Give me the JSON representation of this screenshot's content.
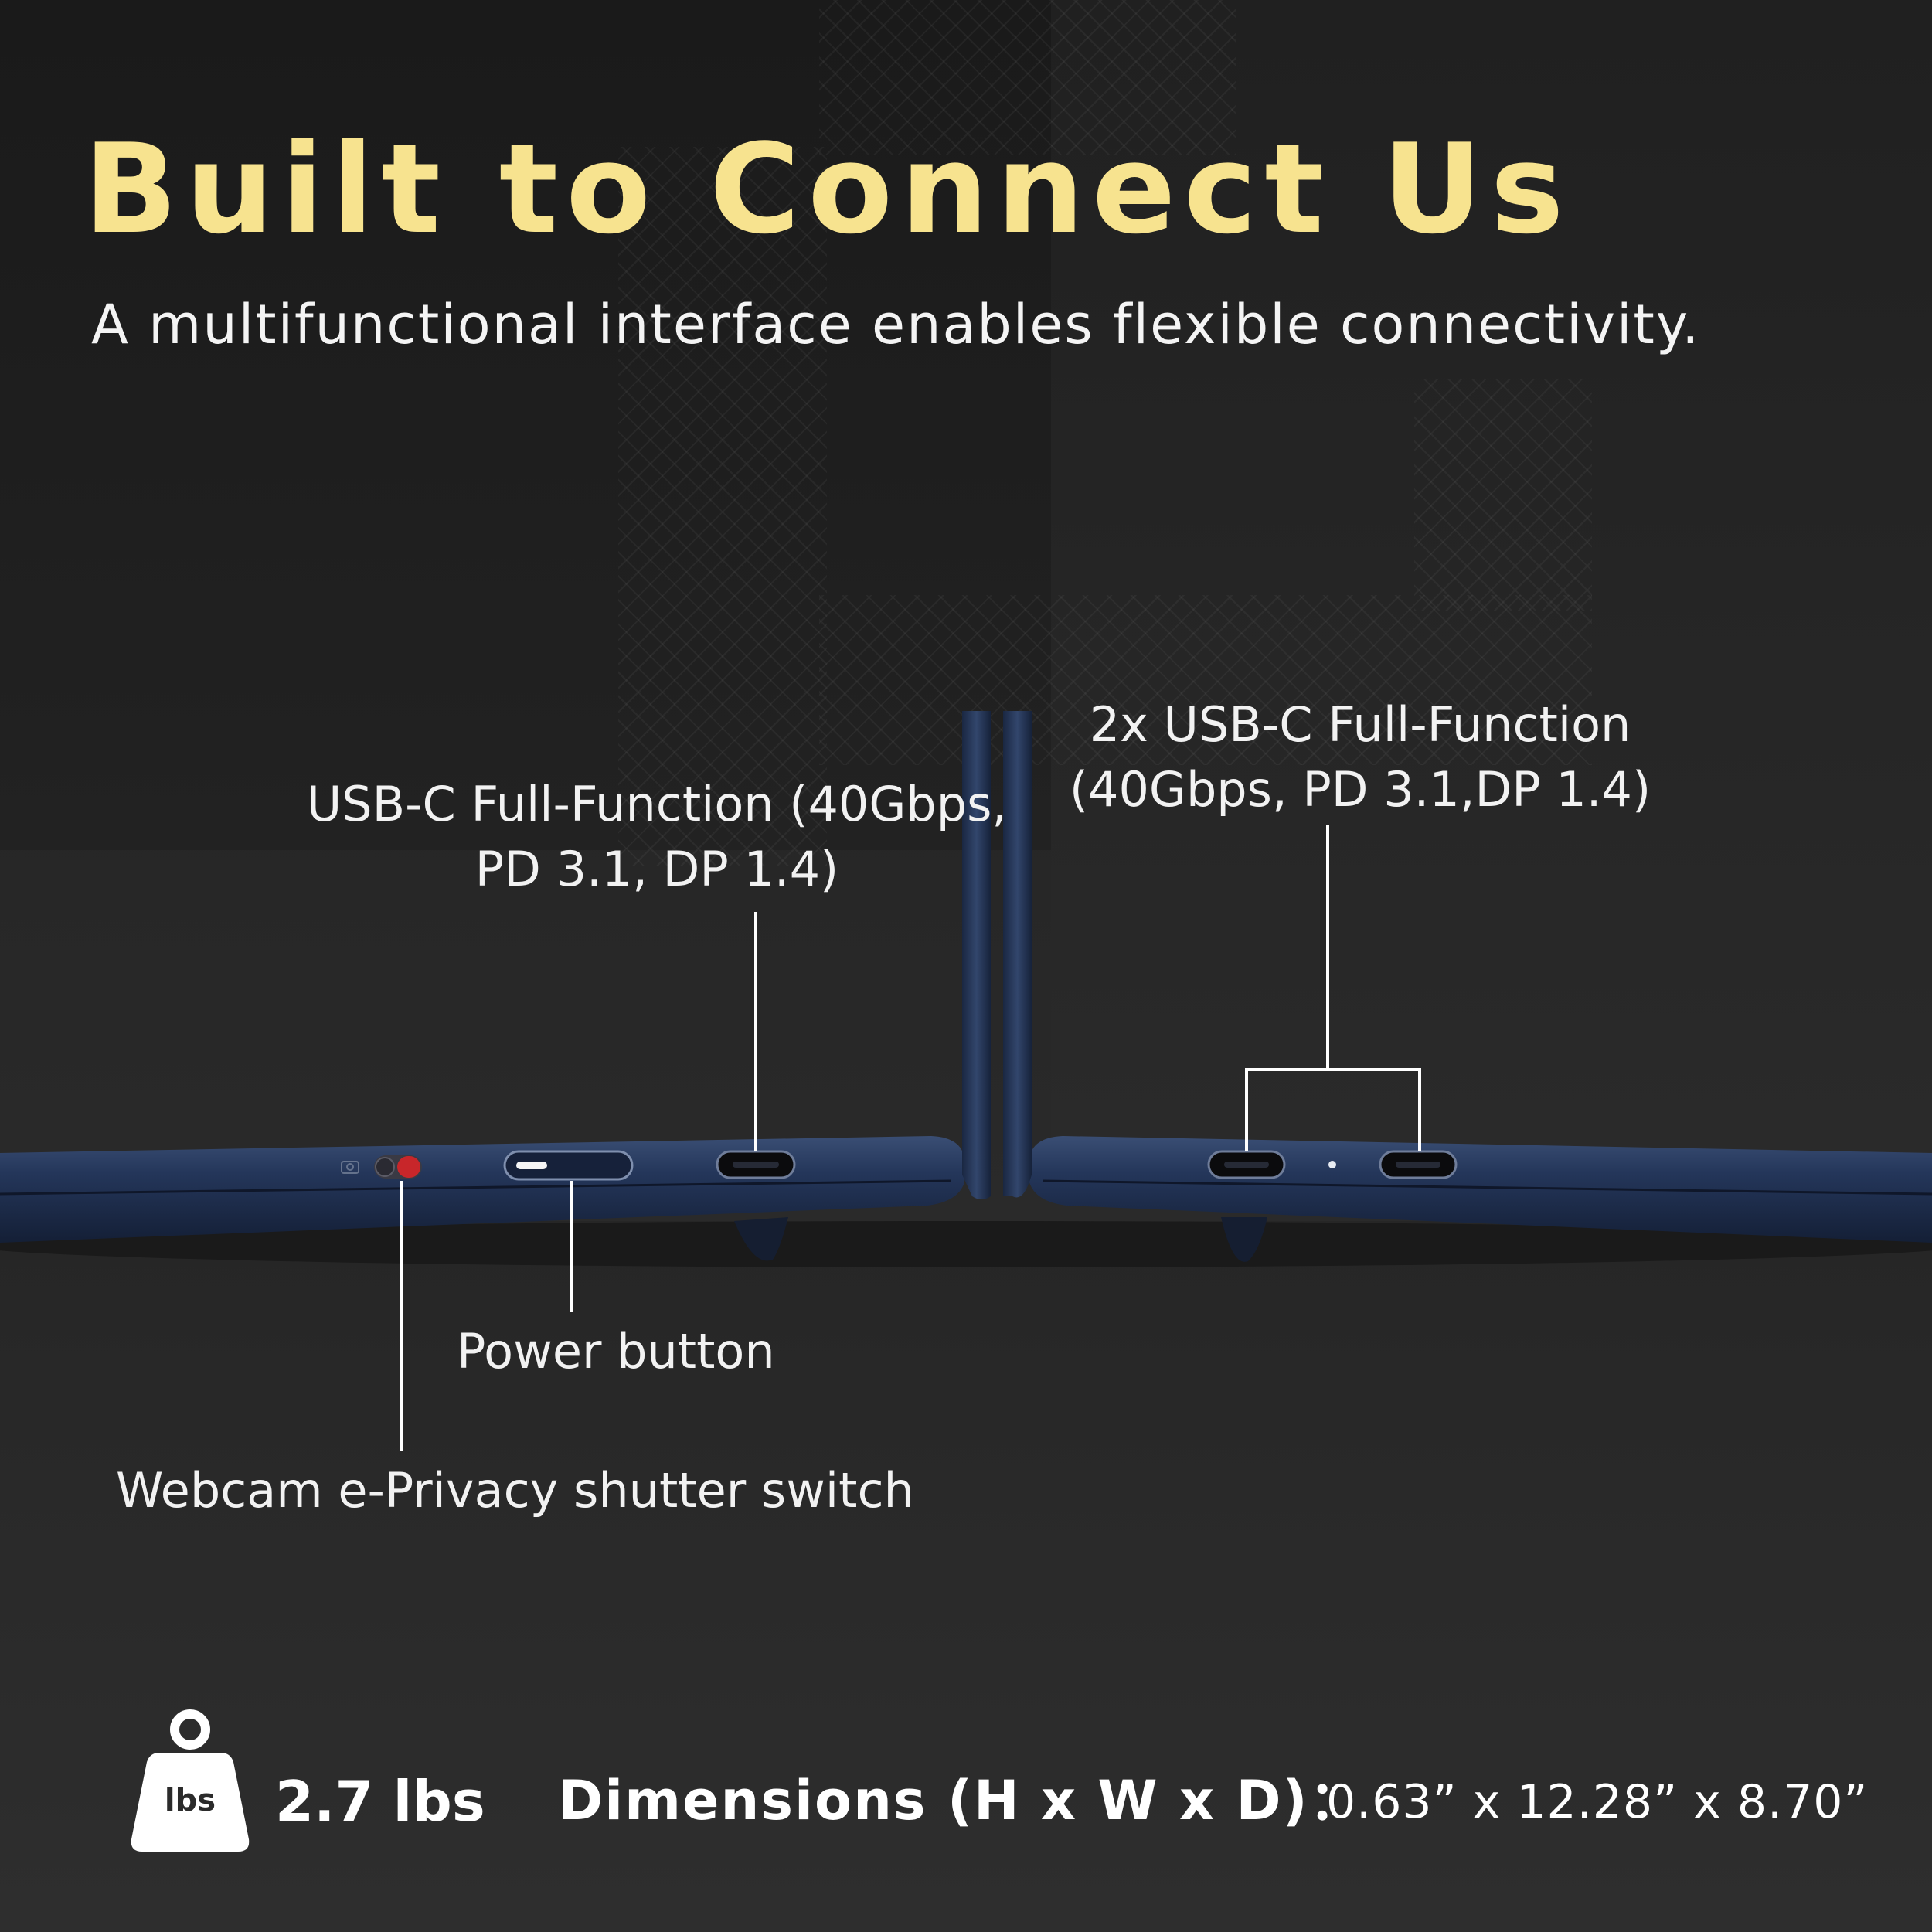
{
  "header": {
    "title": "Built to Connect Us",
    "subtitle": "A multifunctional interface enables flexible connectivity."
  },
  "callouts": {
    "usbc_left": {
      "line1": "USB-C Full-Function (40Gbps,",
      "line2": "PD 3.1, DP 1.4)"
    },
    "usbc_right": {
      "line1": "2x USB-C Full-Function",
      "line2": "(40Gbps, PD 3.1,DP 1.4)"
    },
    "power_button": "Power button",
    "webcam_shutter": "Webcam e-Privacy shutter switch"
  },
  "footer": {
    "weight_icon_text": "lbs",
    "weight": "2.7 lbs",
    "dimensions_label": "Dimensions (H x W x D)：",
    "dimensions_value": "0.63” x 12.28” x 8.70”"
  },
  "colors": {
    "title": "#f7e38f",
    "laptop_body": "#1e2c4a",
    "shutter_red": "#c8262a"
  }
}
